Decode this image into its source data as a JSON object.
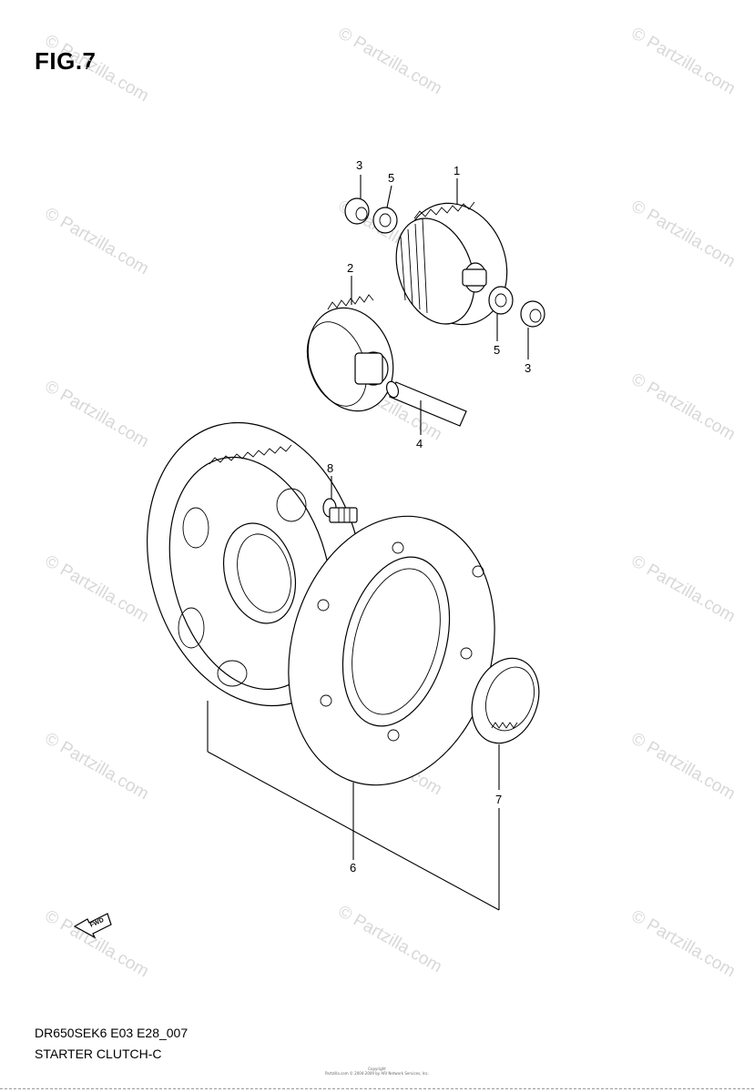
{
  "figure": {
    "title": "FIG.7",
    "model_code": "DR650SEK6 E03 E28_007",
    "section_name": "STARTER CLUTCH-C",
    "copyright": "Copyright\nPartzilla.com © 2004-2009 by ARI Network Services, Inc."
  },
  "watermark": {
    "text": "© Partzilla.com"
  },
  "fwd_label": "FWD",
  "callouts": [
    {
      "id": "c3a",
      "label": "3"
    },
    {
      "id": "c5a",
      "label": "5"
    },
    {
      "id": "c1",
      "label": "1"
    },
    {
      "id": "c2",
      "label": "2"
    },
    {
      "id": "c5b",
      "label": "5"
    },
    {
      "id": "c3b",
      "label": "3"
    },
    {
      "id": "c4",
      "label": "4"
    },
    {
      "id": "c8",
      "label": "8"
    },
    {
      "id": "c7",
      "label": "7"
    },
    {
      "id": "c6",
      "label": "6"
    }
  ]
}
